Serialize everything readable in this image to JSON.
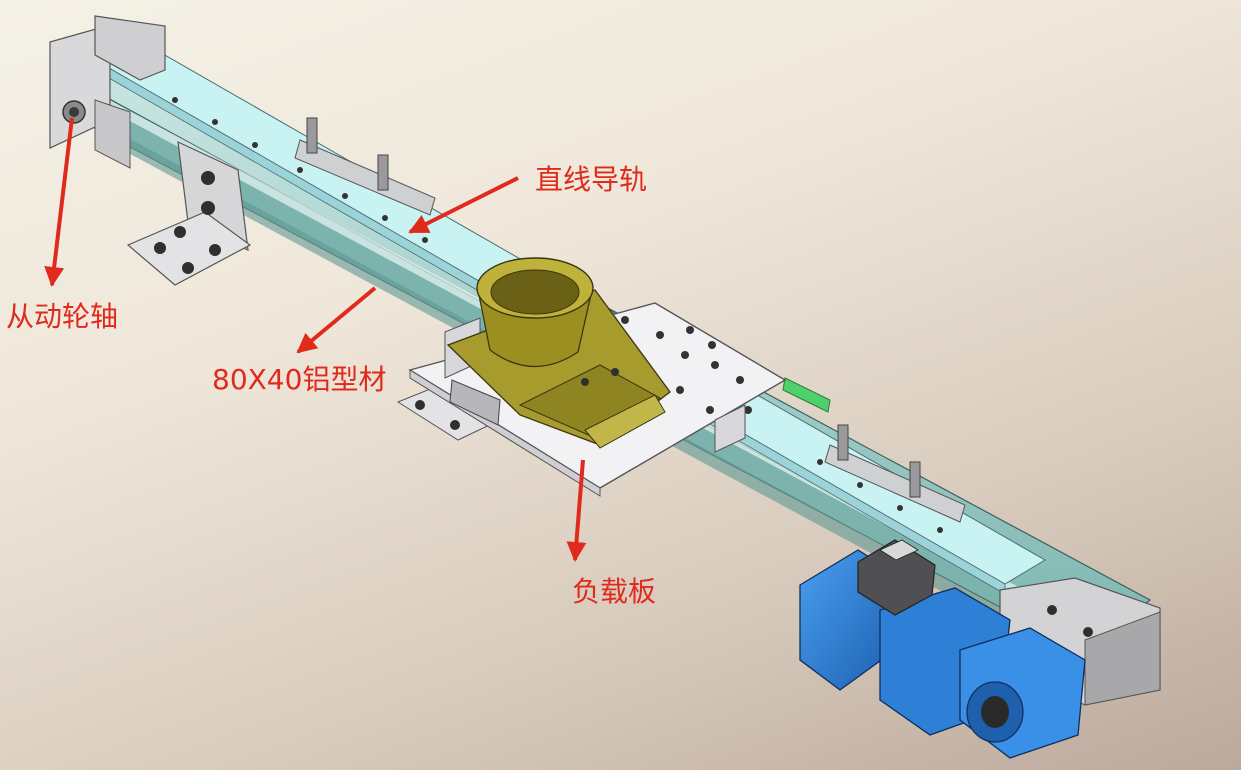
{
  "labels": {
    "linear_guide": "直线导轨",
    "driven_shaft": "从动轮轴",
    "aluminum_profile": "80X40铝型材",
    "load_plate": "负载板"
  },
  "colors": {
    "annotation": "#e02a1c",
    "profile": "#a9d7d2",
    "guide_rail": "#c9f3f3",
    "motor": "#2e7fd6",
    "tool": "#a69b2c",
    "plate": "#f1f1f4",
    "bracket": "#d6d6d8"
  }
}
